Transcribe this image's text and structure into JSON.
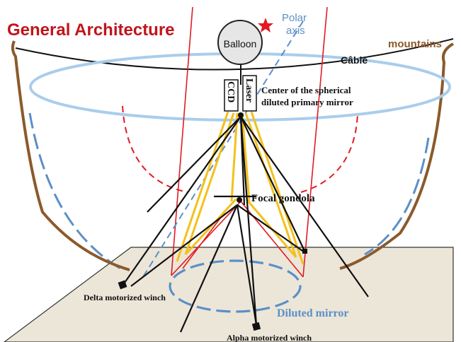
{
  "title": "General Architecture",
  "labels": {
    "polar_axis_line1": "Polar",
    "polar_axis_line2": "axis",
    "mountains": "mountains",
    "balloon": "Balloon",
    "cable": "Câble",
    "ccd": "CCD",
    "laser": "Laser",
    "center_line1": "Center of the spherical",
    "center_line2": "diluted primary mirror",
    "focal_gondola": "Focal gondola",
    "delta_winch": "Delta motorized winch",
    "diluted_mirror": "Diluted mirror",
    "alpha_winch": "Alpha motorized winch"
  },
  "colors": {
    "title": "#c0141c",
    "red_lines": "#e21b23",
    "blue_ellipse": "#a9cdec",
    "blue_dashed": "#5b8fc7",
    "mountains": "#8b5a2b",
    "yellow_beams": "#f3c11b",
    "ground_plane": "#ece6d9",
    "black": "#111111"
  },
  "icons": {
    "star": "star-icon"
  }
}
